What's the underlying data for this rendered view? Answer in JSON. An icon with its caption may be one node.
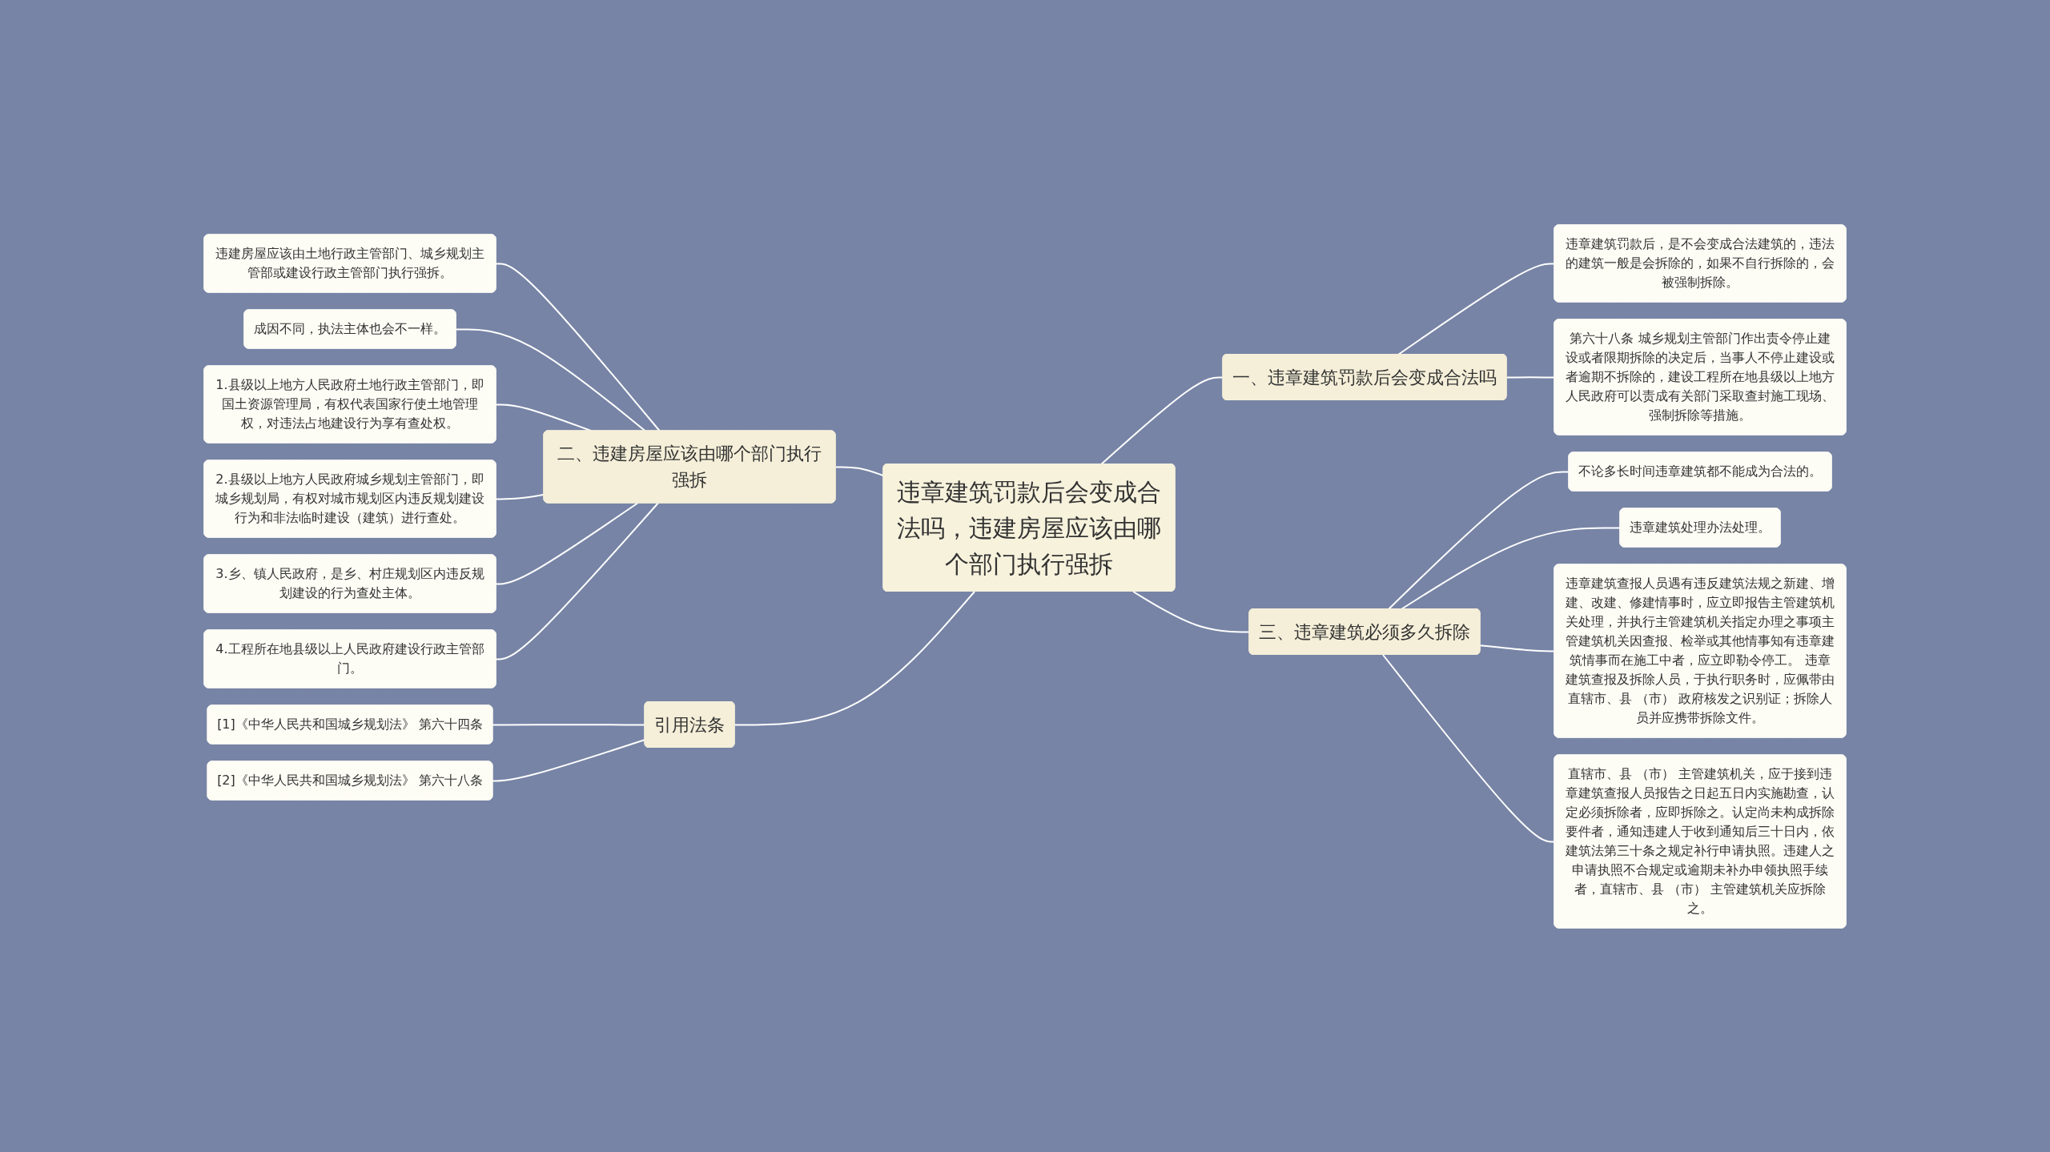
{
  "diagram": {
    "nodes": [
      {
        "text": [
          "违章建筑罚款后会变成合法吗，违建房屋应该由哪个部门执行强拆"
        ]
      },
      {
        "text": [
          "一、违章建筑罚款后会变成合法吗"
        ]
      },
      {
        "text": [
          "违章建筑罚款后，是不会变成合法建筑的，违法的建筑一般是会拆除的，如果不自行拆除的，会被强制拆除。"
        ]
      },
      {
        "text": [
          "第六十八条 城乡规划主管部门作出责令停止建设或者限期拆除的决定后，当事人不停止建设或者逾期不拆除的，建设工程所在地县级以上地方人民政府可以责成有关部门采取查封施工现场、强制拆除等措施。"
        ]
      },
      {
        "text": [
          "二、违建房屋应该由哪个部门执行强拆"
        ]
      },
      {
        "text": [
          "违建房屋应该由土地行政主管部门、城乡规划主管部或建设行政主管部门执行强拆。"
        ]
      },
      {
        "text": [
          "成因不同，执法主体也会不一样。"
        ]
      },
      {
        "text": [
          "1.县级以上地方人民政府土地行政主管部门，即国土资源管理局，有权代表国家行使土地管理权，对违法占地建设行为享有查处权。"
        ]
      },
      {
        "text": [
          "2.县级以上地方人民政府城乡规划主管部门，即城乡规划局，有权对城市规划区内违反规划建设行为和非法临时建设（建筑）进行查处。"
        ]
      },
      {
        "text": [
          "3.乡、镇人民政府，是乡、村庄规划区内违反规划建设的行为查处主体。"
        ]
      },
      {
        "text": [
          "4.工程所在地县级以上人民政府建设行政主管部门。"
        ]
      },
      {
        "text": [
          "三、违章建筑必须多久拆除"
        ]
      },
      {
        "text": [
          "不论多长时间违章建筑都不能成为合法的。"
        ]
      },
      {
        "text": [
          "违章建筑处理办法处理。"
        ]
      },
      {
        "text": [
          "违章建筑查报人员遇有违反建筑法规之新建、增建、改建、修建情事时，应立即报告主管建筑机关处理，并执行主管建筑机关指定办理之事项主管建筑机关因查报、检举或其他情事知有违章建筑情事而在施工中者，应立即勒令停工。 违章建筑查报及拆除人员，于执行职务时，应佩带由直辖市、县 （市） 政府核发之识别证；拆除人员并应携带拆除文件。"
        ]
      },
      {
        "text": [
          "直辖市、县 （市） 主管建筑机关，应于接到违章建筑查报人员报告之日起五日内实施勘查，认定必须拆除者，应即拆除之。认定尚未构成拆除要件者，通知违建人于收到通知后三十日内，依建筑法第三十条之规定补行申请执照。违建人之申请执照不合规定或逾期未补办申领执照手续者，直辖市、县 （市） 主管建筑机关应拆除之。"
        ]
      },
      {
        "text": [
          "引用法条"
        ]
      },
      {
        "text": [
          "[1]《中华人民共和国城乡规划法》 第六十四条"
        ]
      },
      {
        "text": [
          "[2]《中华人民共和国城乡规划法》 第六十八条"
        ]
      }
    ],
    "edges": [
      {
        "from": 0,
        "to": 1,
        "arrow": "none"
      },
      {
        "from": 1,
        "to": 2,
        "arrow": "none"
      },
      {
        "from": 1,
        "to": 3,
        "arrow": "none"
      },
      {
        "from": 4,
        "to": 0,
        "arrow": "none"
      },
      {
        "from": 5,
        "to": 4,
        "arrow": "none"
      },
      {
        "from": 6,
        "to": 4,
        "arrow": "none"
      },
      {
        "from": 7,
        "to": 4,
        "arrow": "none"
      },
      {
        "from": 8,
        "to": 4,
        "arrow": "none"
      },
      {
        "from": 9,
        "to": 4,
        "arrow": "none"
      },
      {
        "from": 10,
        "to": 4,
        "arrow": "none"
      },
      {
        "from": 0,
        "to": 11,
        "arrow": "none"
      },
      {
        "from": 11,
        "to": 12,
        "arrow": "none"
      },
      {
        "from": 11,
        "to": 13,
        "arrow": "none"
      },
      {
        "from": 11,
        "to": 14,
        "arrow": "none"
      },
      {
        "from": 11,
        "to": 15,
        "arrow": "none"
      },
      {
        "from": 16,
        "to": 0,
        "arrow": "none"
      },
      {
        "from": 17,
        "to": 16,
        "arrow": "none"
      },
      {
        "from": 18,
        "to": 16,
        "arrow": "none"
      }
    ]
  }
}
